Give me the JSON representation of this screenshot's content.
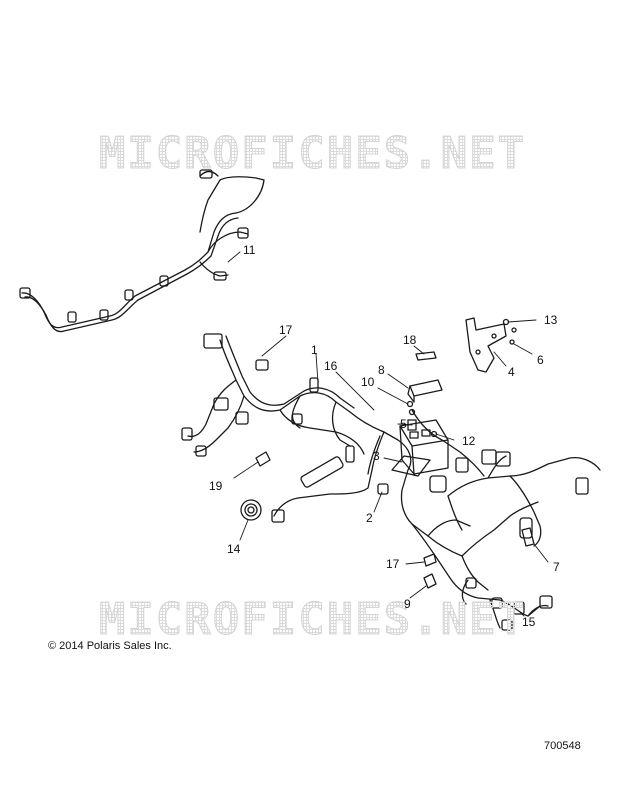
{
  "watermark": {
    "top": "MICROFICHES.NET",
    "bottom": "MICROFICHES.NET"
  },
  "callouts": [
    {
      "id": "c1",
      "label": "1"
    },
    {
      "id": "c2",
      "label": "2"
    },
    {
      "id": "c3",
      "label": "3"
    },
    {
      "id": "c4",
      "label": "4"
    },
    {
      "id": "c5",
      "label": "5"
    },
    {
      "id": "c6",
      "label": "6"
    },
    {
      "id": "c7",
      "label": "7"
    },
    {
      "id": "c8",
      "label": "8"
    },
    {
      "id": "c9",
      "label": "9"
    },
    {
      "id": "c10",
      "label": "10"
    },
    {
      "id": "c11",
      "label": "11"
    },
    {
      "id": "c12",
      "label": "12"
    },
    {
      "id": "c13",
      "label": "13"
    },
    {
      "id": "c14",
      "label": "14"
    },
    {
      "id": "c15",
      "label": "15"
    },
    {
      "id": "c16",
      "label": "16"
    },
    {
      "id": "c17a",
      "label": "17"
    },
    {
      "id": "c17b",
      "label": "17"
    },
    {
      "id": "c18",
      "label": "18"
    },
    {
      "id": "c19",
      "label": "19"
    }
  ],
  "copyright": "© 2014 Polaris Sales Inc.",
  "figure_number": "700548",
  "colors": {
    "line": "#1a1a1a",
    "watermark": "#d4d4d4"
  }
}
